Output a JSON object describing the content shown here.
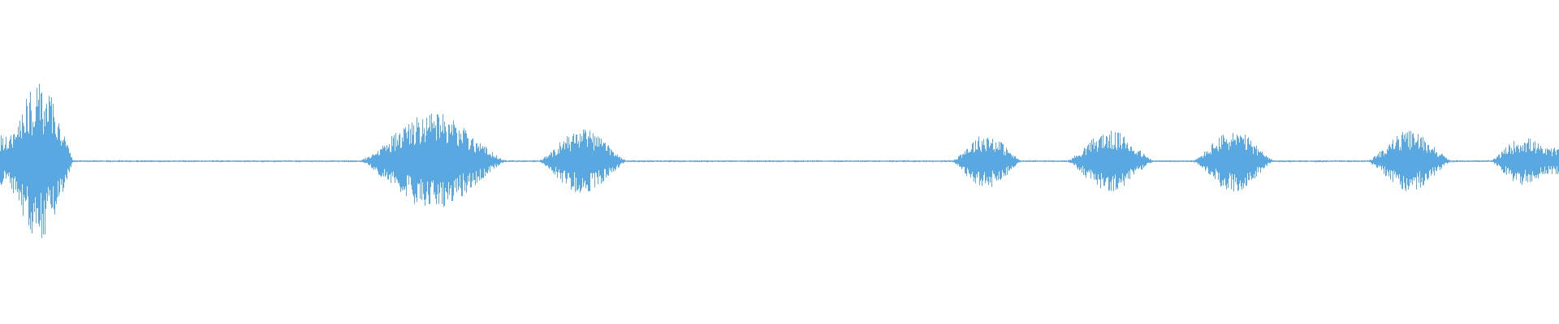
{
  "waveform": {
    "color": "#5aa8e2",
    "background": "#ffffff",
    "duration_fraction_segments": [
      {
        "start": 0.0,
        "end": 0.047,
        "peak": 0.48,
        "envelope": "bulge-left"
      },
      {
        "start": 0.229,
        "end": 0.326,
        "peak": 0.3,
        "envelope": "bulge"
      },
      {
        "start": 0.344,
        "end": 0.403,
        "peak": 0.2,
        "envelope": "bulge"
      },
      {
        "start": 0.609,
        "end": 0.656,
        "peak": 0.17,
        "envelope": "bulge"
      },
      {
        "start": 0.683,
        "end": 0.741,
        "peak": 0.19,
        "envelope": "bulge"
      },
      {
        "start": 0.764,
        "end": 0.818,
        "peak": 0.19,
        "envelope": "bulge"
      },
      {
        "start": 0.876,
        "end": 0.932,
        "peak": 0.19,
        "envelope": "bulge"
      },
      {
        "start": 0.955,
        "end": 1.0,
        "peak": 0.15,
        "envelope": "bulge-right"
      }
    ],
    "baseline_amplitude": 0.006
  }
}
